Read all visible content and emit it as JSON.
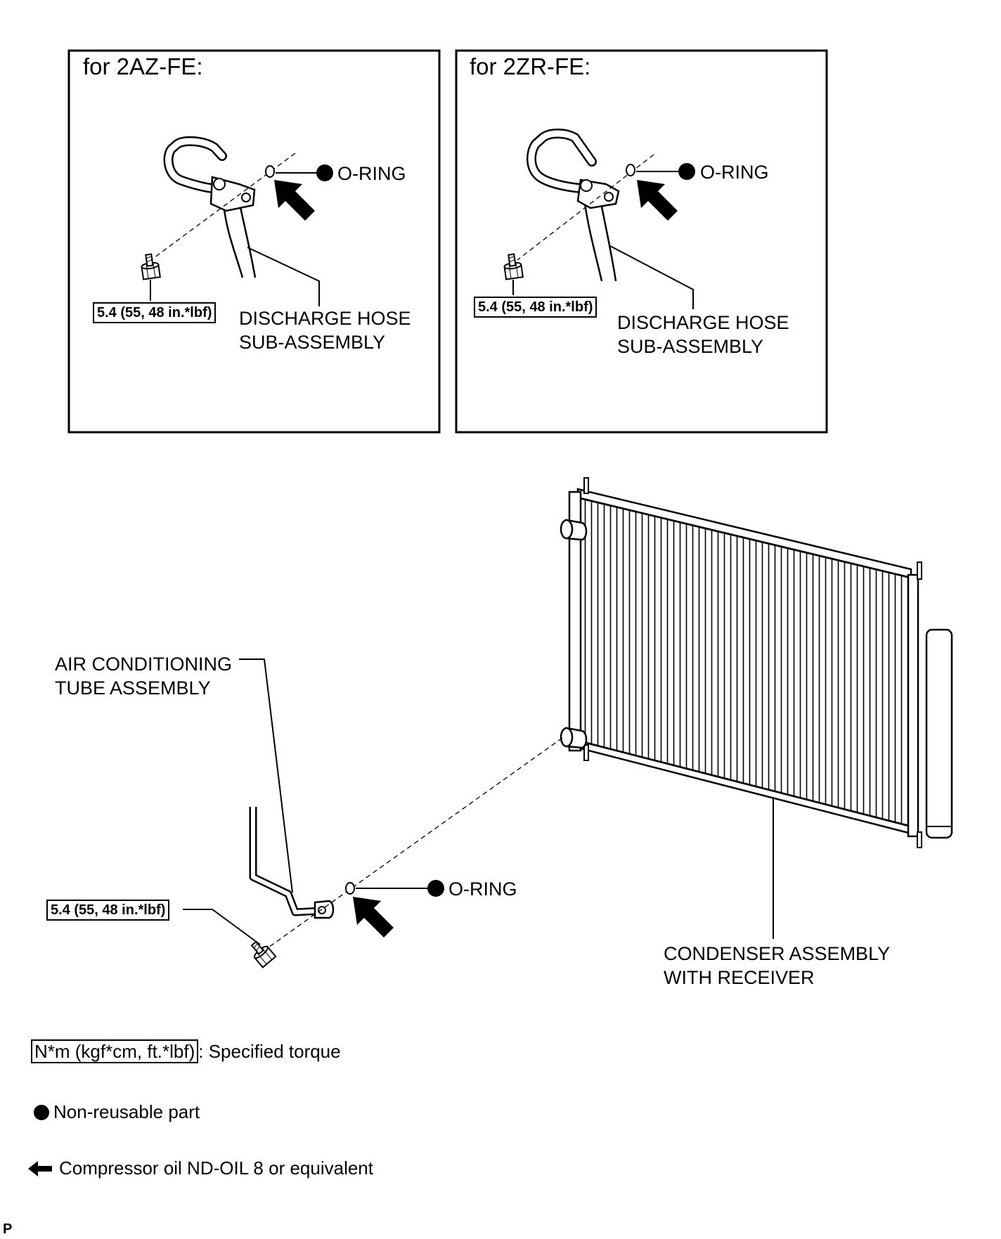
{
  "panels": [
    {
      "title": "for 2AZ-FE:",
      "oring": "O-RING",
      "torque": "5.4 (55, 48 in.*lbf)",
      "hose_line1": "DISCHARGE HOSE",
      "hose_line2": "SUB-ASSEMBLY"
    },
    {
      "title": "for 2ZR-FE:",
      "oring": "O-RING",
      "torque": "5.4 (55, 48 in.*lbf)",
      "hose_line1": "DISCHARGE HOSE",
      "hose_line2": "SUB-ASSEMBLY"
    }
  ],
  "main": {
    "tube_line1": "AIR CONDITIONING",
    "tube_line2": "TUBE ASSEMBLY",
    "oring": "O-RING",
    "torque": "5.4 (55, 48 in.*lbf)",
    "condenser_line1": "CONDENSER ASSEMBLY",
    "condenser_line2": "WITH RECEIVER"
  },
  "legend": {
    "torque_unit": "N*m (kgf*cm, ft.*lbf)",
    "torque_desc": ": Specified torque",
    "nonreusable": "Non-reusable part",
    "compressor_oil": "Compressor oil ND-OIL 8 or equivalent"
  },
  "footer_letter": "P"
}
